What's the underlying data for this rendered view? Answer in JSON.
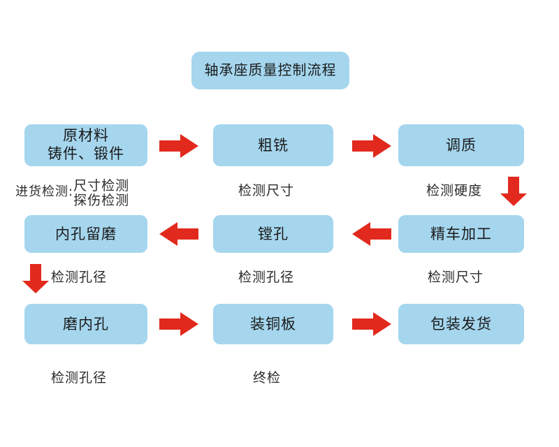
{
  "diagram": {
    "title": "轴承座质量控制流程",
    "background_color": "#ffffff",
    "box_color": "#a5d6ee",
    "arrow_color": "#e12a1d",
    "text_color": "#1a1a1a"
  },
  "rows": [
    {
      "id": "row-1",
      "direction": "left-to-right",
      "boxes": [
        {
          "id": "raw-material",
          "line1": "原材料",
          "line2": "铸件、锻件"
        },
        {
          "id": "rough-milling",
          "line1": "粗铣",
          "line2": ""
        },
        {
          "id": "quench-temper",
          "line1": "调质",
          "line2": ""
        }
      ],
      "arrows": [
        {
          "id": "arrow-r1-1",
          "direction": "right"
        },
        {
          "id": "arrow-r1-2",
          "direction": "right"
        }
      ]
    },
    {
      "id": "row-2",
      "direction": "right-to-left",
      "boxes": [
        {
          "id": "bore-reserve-grind",
          "line1": "内孔留磨",
          "line2": ""
        },
        {
          "id": "boring",
          "line1": "镗孔",
          "line2": ""
        },
        {
          "id": "finish-turning",
          "line1": "精车加工",
          "line2": ""
        }
      ],
      "arrows": [
        {
          "id": "arrow-r2-1",
          "direction": "left"
        },
        {
          "id": "arrow-r2-2",
          "direction": "left"
        }
      ]
    },
    {
      "id": "row-3",
      "direction": "left-to-right",
      "boxes": [
        {
          "id": "grind-bore",
          "line1": "磨内孔",
          "line2": ""
        },
        {
          "id": "install-copper-plate",
          "line1": "装铜板",
          "line2": ""
        },
        {
          "id": "pack-ship",
          "line1": "包装发货",
          "line2": ""
        }
      ],
      "arrows": [
        {
          "id": "arrow-r3-1",
          "direction": "right"
        },
        {
          "id": "arrow-r3-2",
          "direction": "right"
        }
      ]
    }
  ],
  "captions": {
    "incoming_lead": "进货检测:",
    "incoming_line1": "尺寸检测",
    "incoming_line2": "探伤检测",
    "r1_c2": "检测尺寸",
    "r1_c3": "检测硬度",
    "r2_c1": "检测孔径",
    "r2_c2": "检测孔径",
    "r2_c3": "检测尺寸",
    "r3_c1": "检测孔径",
    "r3_c2": "终检"
  },
  "down_arrows": [
    {
      "id": "down-arrow-after-hardness",
      "after_label": "检测硬度"
    },
    {
      "id": "down-arrow-before-bore-dia",
      "before_label": "检测孔径"
    }
  ]
}
